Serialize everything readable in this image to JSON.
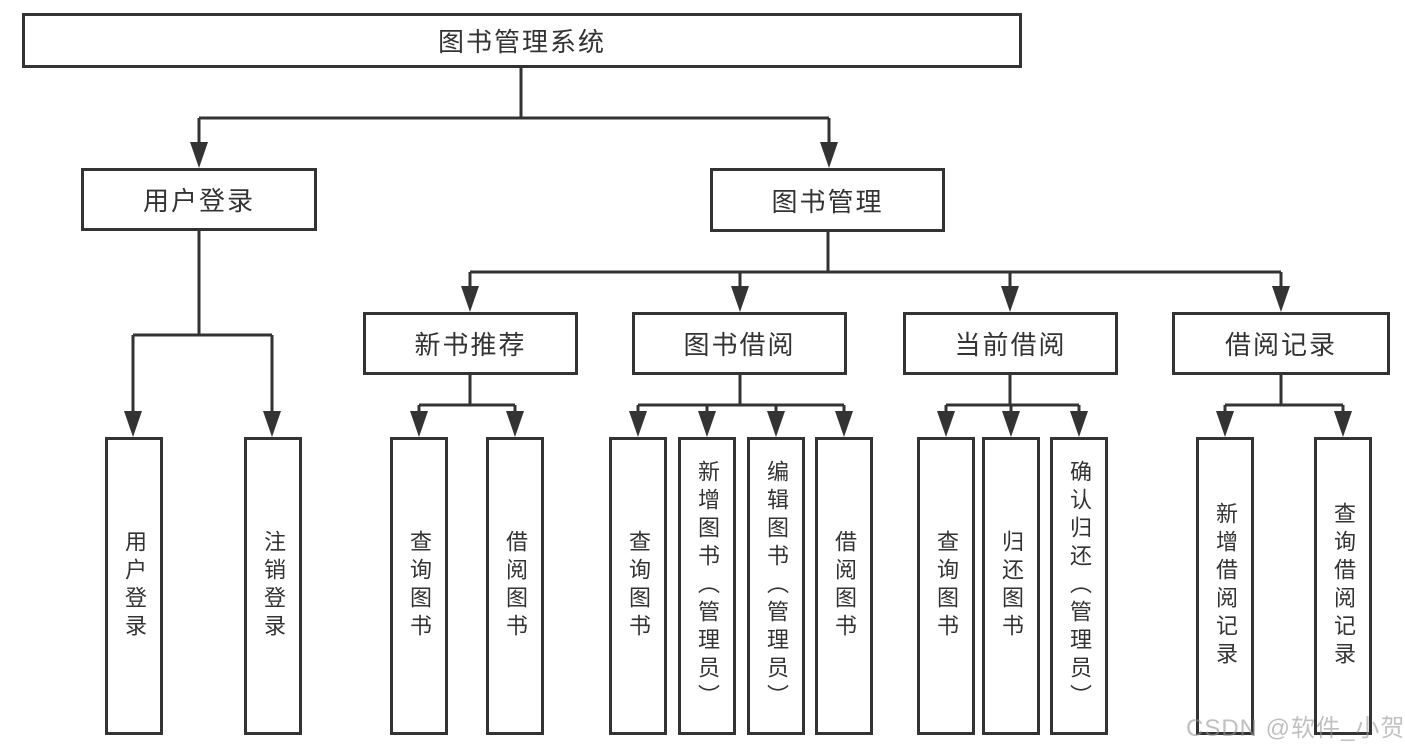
{
  "diagram": {
    "root": "图书管理系统",
    "branches": [
      {
        "label": "用户登录",
        "children": [
          "用户登录",
          "注销登录"
        ]
      },
      {
        "label": "图书管理"
      }
    ],
    "modules": [
      {
        "label": "新书推荐",
        "children": [
          "查询图书",
          "借阅图书"
        ]
      },
      {
        "label": "图书借阅",
        "children": [
          "查询图书",
          "新增图书（管理员）",
          "编辑图书（管理员）",
          "借阅图书"
        ]
      },
      {
        "label": "当前借阅",
        "children": [
          "查询图书",
          "归还图书",
          "确认归还（管理员）"
        ]
      },
      {
        "label": "借阅记录",
        "children": [
          "新增借阅记录",
          "查询借阅记录"
        ]
      }
    ]
  },
  "watermark": "CSDN @软件_小贺同学",
  "colors": {
    "line": "#333333",
    "text": "#333333",
    "background": "#ffffff",
    "watermark": "#969696"
  }
}
